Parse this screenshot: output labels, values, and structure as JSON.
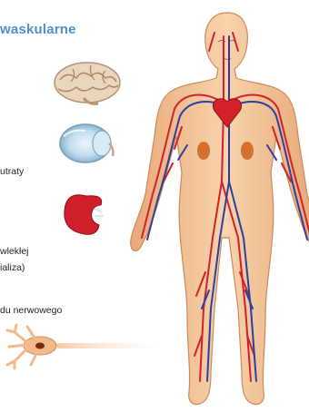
{
  "title": "waskularne",
  "items": [
    {
      "text": "utraty"
    },
    {
      "text": "wlekłej"
    },
    {
      "text": "ializa)"
    },
    {
      "text": "du nerwowego"
    }
  ],
  "colors": {
    "heading": "#4e8fd1",
    "skin": "#f6c99a",
    "artery": "#d3202a",
    "vein": "#2d3fa0"
  },
  "icons": [
    "brain-icon",
    "eye-icon",
    "kidney-icon",
    "nerve-cell-icon",
    "human-body-icon",
    "heart-icon"
  ]
}
